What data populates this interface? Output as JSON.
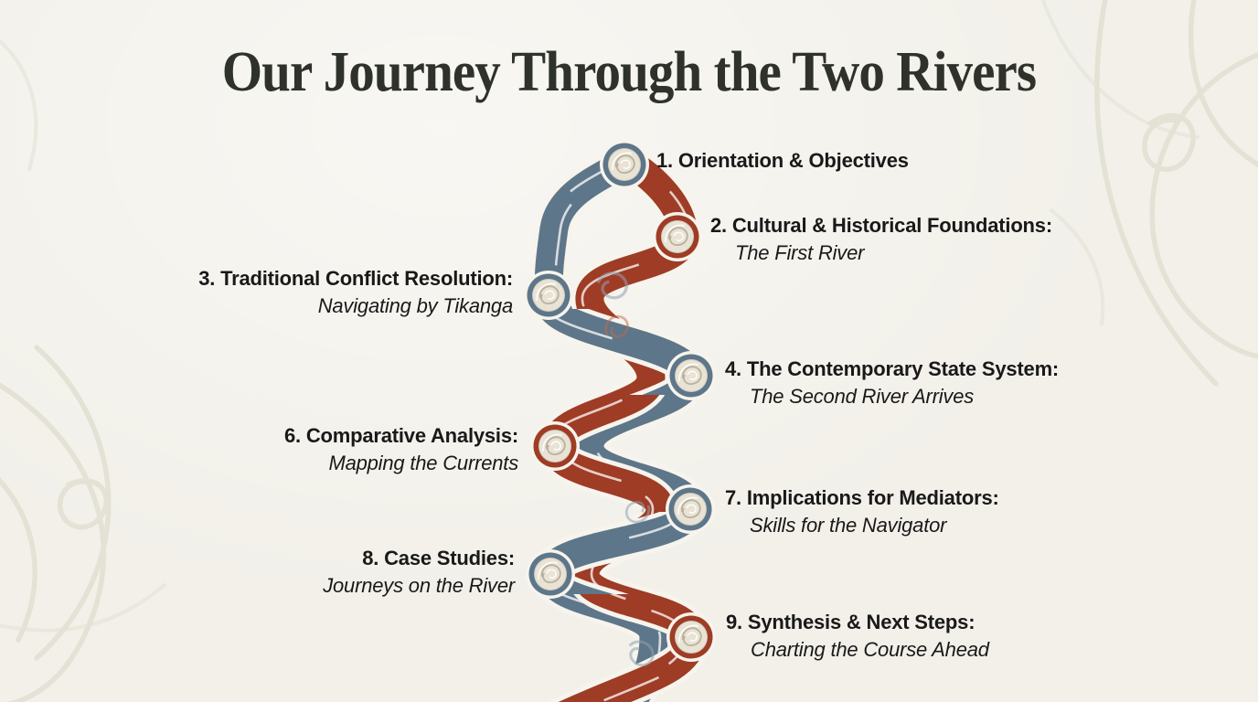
{
  "slide": {
    "title": "Our Journey Through the Two Rivers"
  },
  "colors": {
    "background": "#f2f0e9",
    "casing": "#f6f4ed",
    "river_blue": "#5e7689",
    "river_red": "#9f3c25",
    "node_inner": "#e9e3d5",
    "node_swirl": "#b9b09e",
    "ribbon_detail_blue": "#8fa2b1",
    "ribbon_detail_red": "#bf6a50",
    "text_dark": "#191919",
    "title_color": "#2e322b",
    "pattern": "#e4e1d5"
  },
  "journey": {
    "items": [
      {
        "heading": "1. Orientation & Objectives",
        "subtitle": "",
        "side": "right",
        "node_color": "blue"
      },
      {
        "heading": "2. Cultural & Historical Foundations:",
        "subtitle": "The First River",
        "side": "right",
        "node_color": "red"
      },
      {
        "heading": "3. Traditional Conflict Resolution:",
        "subtitle": "Navigating by Tikanga",
        "side": "left",
        "node_color": "blue"
      },
      {
        "heading": "4. The Contemporary State System:",
        "subtitle": "The Second River Arrives",
        "side": "right",
        "node_color": "blue"
      },
      {
        "heading": "6. Comparative Analysis:",
        "subtitle": "Mapping the Currents",
        "side": "left",
        "node_color": "red"
      },
      {
        "heading": "7. Implications for Mediators:",
        "subtitle": "Skills for the Navigator",
        "side": "right",
        "node_color": "blue"
      },
      {
        "heading": "8. Case Studies:",
        "subtitle": "Journeys on the River",
        "side": "left",
        "node_color": "blue"
      },
      {
        "heading": "9. Synthesis & Next Steps:",
        "subtitle": "Charting the Course Ahead",
        "side": "right",
        "node_color": "red"
      }
    ]
  }
}
